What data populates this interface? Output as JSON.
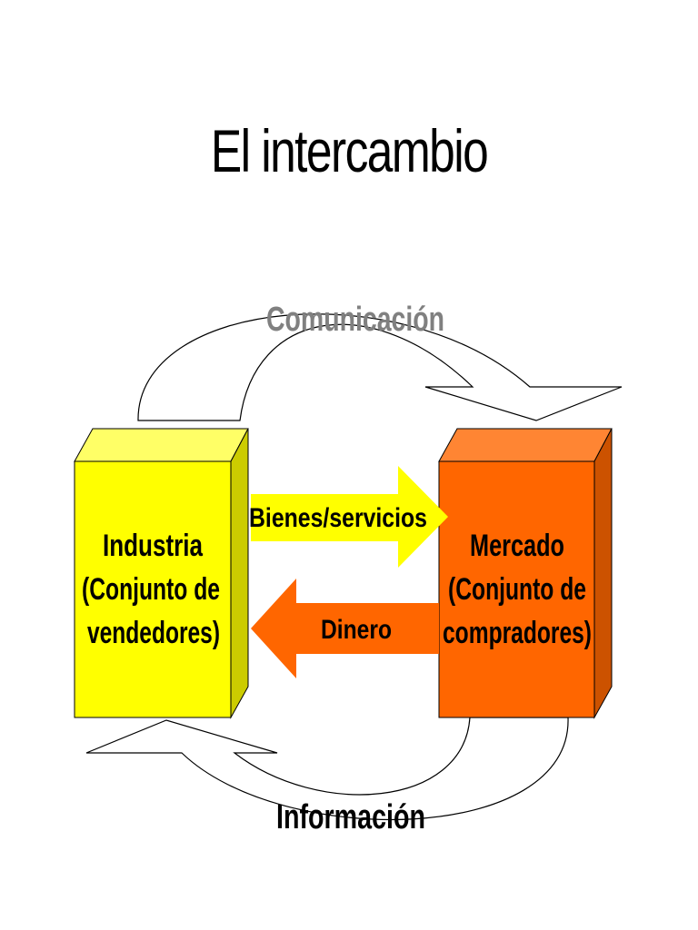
{
  "title": "El intercambio",
  "colors": {
    "industry_front": "#ffff00",
    "industry_top": "#ffff66",
    "industry_side": "#cccc00",
    "market_front": "#ff6600",
    "market_top": "#ff8533",
    "market_side": "#cc5200",
    "goods_arrow": "#ffff00",
    "money_arrow": "#ff6600",
    "communication_text": "#808080",
    "information_text": "#000000",
    "outline": "#000000"
  },
  "industry": {
    "line1": "Industria",
    "line2": "(Conjunto de",
    "line3": "vendedores)"
  },
  "market": {
    "line1": "Mercado",
    "line2": "(Conjunto de",
    "line3": "compradores)"
  },
  "goods_label": "Bienes/servicios",
  "money_label": "Dinero",
  "communication_label": "Comunicación",
  "information_label": "Información"
}
